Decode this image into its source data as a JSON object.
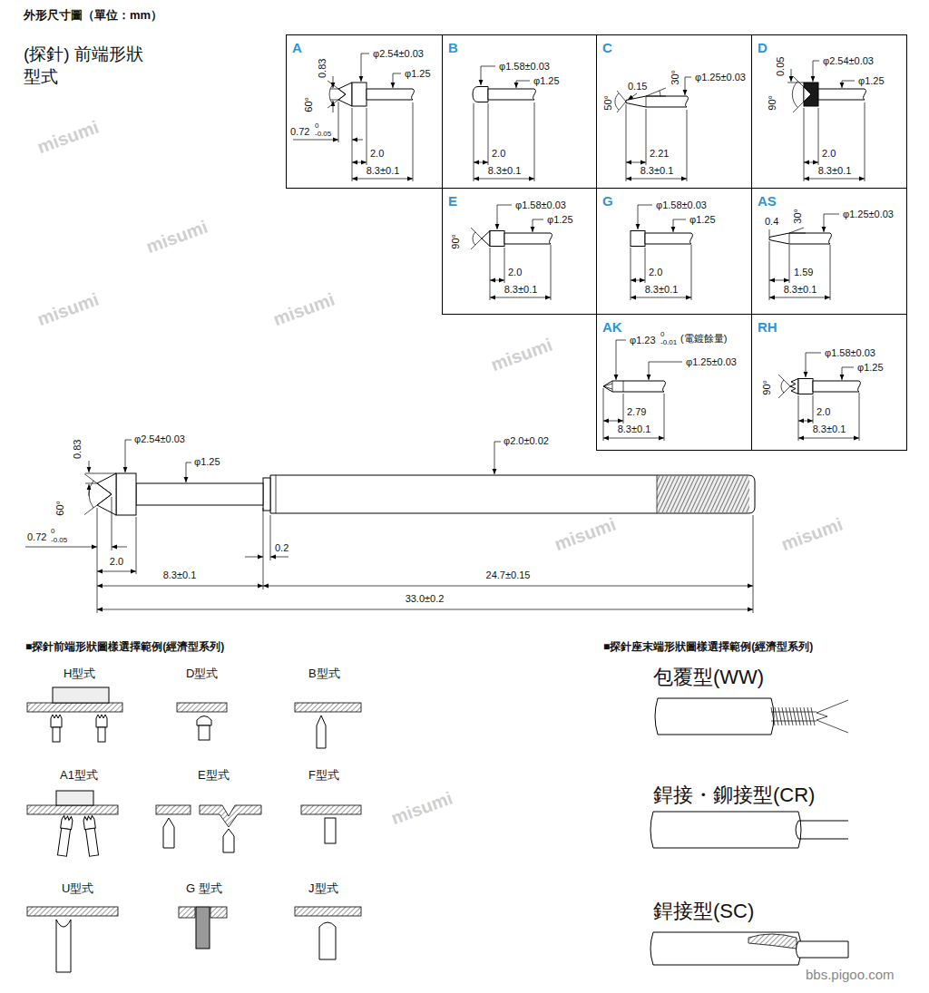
{
  "diagram": {
    "title": "外形尺寸圖（單位：mm）",
    "nodes": [
      {
        "text": [
          "A",
          "0.83",
          "φ2.54±0.03",
          "φ1.25",
          "60°",
          "0.72",
          "0",
          "-0.05",
          "2.0",
          "8.3±0.1"
        ]
      },
      {
        "text": [
          "B",
          "φ1.58±0.03",
          "φ1.25",
          "2.0",
          "8.3±0.1"
        ]
      },
      {
        "text": [
          "C",
          "50°",
          "0.15",
          "30°",
          "φ1.25±0.03",
          "2.21",
          "8.3±0.1"
        ]
      },
      {
        "text": [
          "D",
          "0.05",
          "φ2.54±0.03",
          "φ1.25",
          "90°",
          "2.0",
          "8.3±0.1"
        ]
      },
      {
        "text": [
          "E",
          "φ1.58±0.03",
          "φ1.25",
          "90°",
          "2.0",
          "8.3±0.1"
        ]
      },
      {
        "text": [
          "G",
          "φ1.58±0.03",
          "φ1.25",
          "2.0",
          "8.3±0.1"
        ]
      },
      {
        "text": [
          "AS",
          "30°",
          "0.4",
          "φ1.25±0.03",
          "1.59",
          "8.3±0.1"
        ]
      },
      {
        "text": [
          "AK",
          "φ1.23",
          "0",
          "-0.01",
          "(電鍍餘量)",
          "φ1.25±0.03",
          "2.79",
          "8.3±0.1"
        ]
      },
      {
        "text": [
          "RH",
          "φ1.58±0.03",
          "φ1.25",
          "90°",
          "2.0",
          "8.3±0.1"
        ]
      }
    ],
    "labels": [
      "(探針) 前端形狀型式",
      "0.83",
      "φ2.54±0.03",
      "φ1.25",
      "φ2.0±0.02",
      "60°",
      "0.72",
      "0",
      "-0.05",
      "2.0",
      "0.2",
      "8.3±0.1",
      "24.7±0.15",
      "33.0±0.2",
      "■探針前端形狀圖樣選擇範例(經濟型系列)",
      "H型式",
      "D型式",
      "B型式",
      "A1型式",
      "E型式",
      "F型式",
      "U型式",
      "G 型式",
      "J型式",
      "■探針座末端形狀圖樣選擇範例(經濟型系列)",
      "包覆型(WW)",
      "銲接・鉚接型(CR)",
      "銲接型(SC)",
      "bbs.pigoo.com",
      "misumi",
      "misumi",
      "misumi",
      "misumi",
      "misumi",
      "misumi",
      "misumi",
      "misumi"
    ]
  }
}
